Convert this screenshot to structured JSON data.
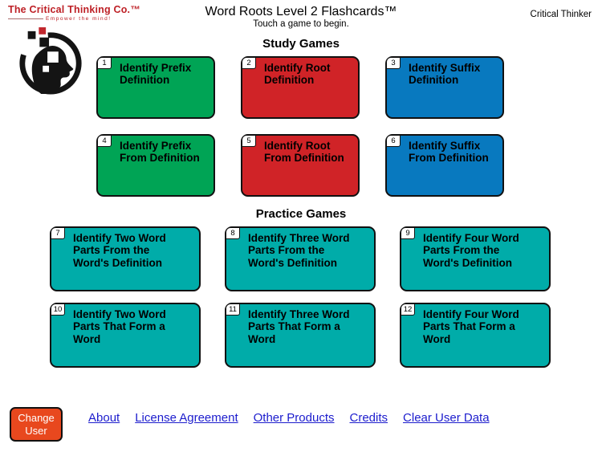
{
  "header": {
    "brand_name": "The Critical Thinking Co.™",
    "brand_tagline": "Empower the mind!",
    "title": "Word Roots Level 2 Flashcards™",
    "subtitle": "Touch a game to begin.",
    "user_name": "Critical Thinker"
  },
  "study": {
    "heading": "Study Games",
    "buttons": [
      {
        "number": "1",
        "label": "Identify Prefix\nDefinition",
        "color": "#00A455"
      },
      {
        "number": "2",
        "label": "Identify Root\nDefinition",
        "color": "#D02327"
      },
      {
        "number": "3",
        "label": "Identify Suffix\nDefinition",
        "color": "#0879BF"
      },
      {
        "number": "4",
        "label": "Identify Prefix\nFrom Definition",
        "color": "#00A455"
      },
      {
        "number": "5",
        "label": "Identify Root\nFrom Definition",
        "color": "#D02327"
      },
      {
        "number": "6",
        "label": "Identify Suffix\nFrom Definition",
        "color": "#0879BF"
      }
    ]
  },
  "practice": {
    "heading": "Practice Games",
    "buttons": [
      {
        "number": "7",
        "label": "Identify Two Word\nParts From the\nWord's Definition",
        "color": "#00ACA9"
      },
      {
        "number": "8",
        "label": "Identify Three Word\nParts From the\nWord's Definition",
        "color": "#00ACA9"
      },
      {
        "number": "9",
        "label": "Identify Four Word\nParts From the\nWord's Definition",
        "color": "#00ACA9"
      },
      {
        "number": "10",
        "label": "Identify Two Word\nParts That Form a\nWord",
        "color": "#00ACA9"
      },
      {
        "number": "11",
        "label": "Identify Three Word\nParts That Form a\nWord",
        "color": "#00ACA9"
      },
      {
        "number": "12",
        "label": "Identify Four Word\nParts That Form a\nWord",
        "color": "#00ACA9"
      }
    ]
  },
  "footer": {
    "change_user_label": "Change\nUser",
    "links": [
      "About",
      "License Agreement",
      "Other Products",
      "Credits",
      "Clear User Data"
    ]
  },
  "palette": {
    "brand_red": "#BE2026",
    "game_green": "#00A455",
    "game_red": "#D02327",
    "game_blue": "#0879BF",
    "game_teal": "#00ACA9",
    "change_user_orange": "#E8481E",
    "link_blue": "#1c1ccd"
  }
}
